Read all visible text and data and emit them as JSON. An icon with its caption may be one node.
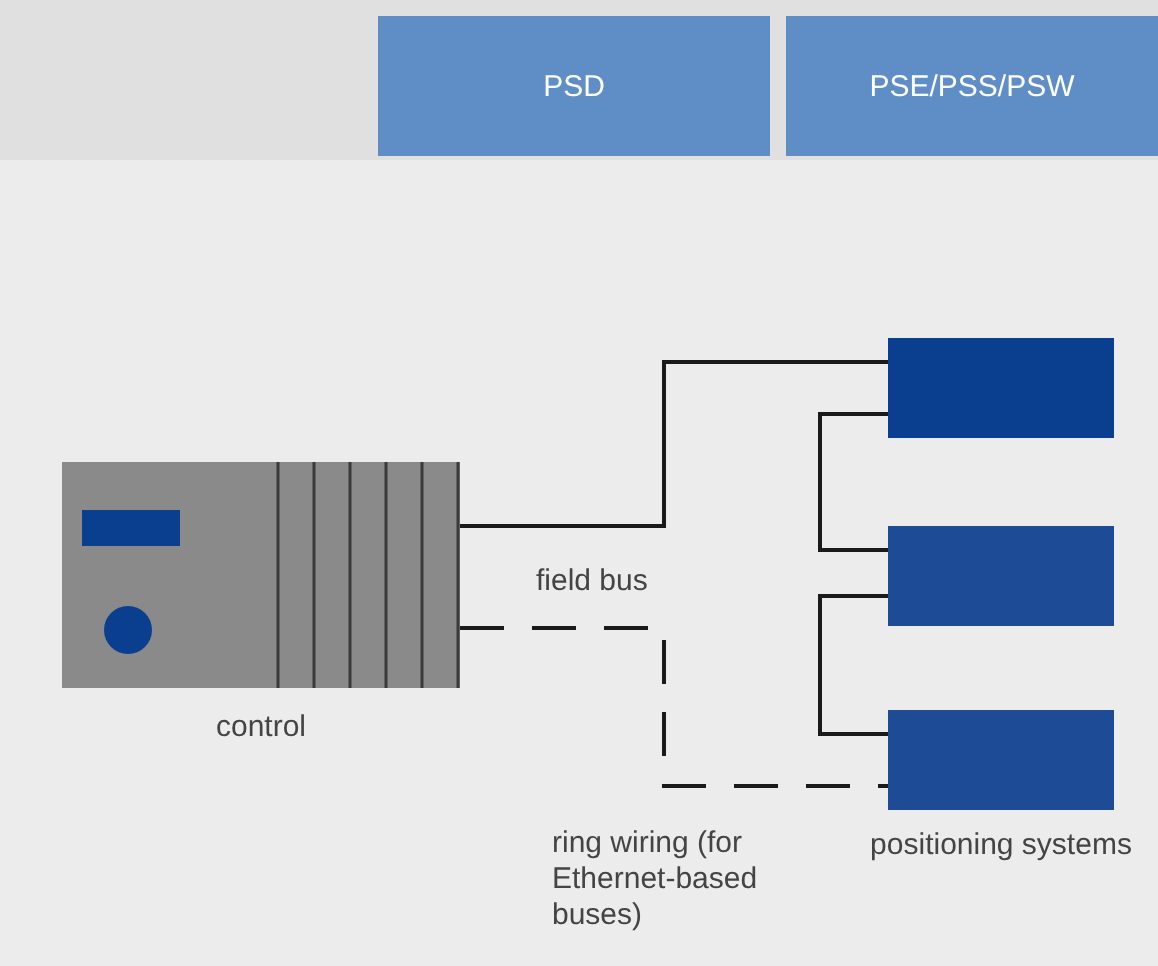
{
  "diagram": {
    "nodes": [
      {
        "text": [
          "PSD"
        ]
      },
      {
        "text": [
          "PSE/PSS/PSW"
        ]
      },
      {
        "text": [],
        "shape": "box",
        "beside": [
          "control"
        ]
      },
      {
        "text": [],
        "shape": "box"
      },
      {
        "text": [],
        "shape": "box"
      },
      {
        "text": [],
        "shape": "box",
        "beside": [
          "positioning systems"
        ]
      }
    ],
    "edges": [
      {
        "from": 2,
        "to": 3,
        "arrow": "none",
        "label": "field bus"
      },
      {
        "from": 3,
        "to": 4,
        "arrow": "none"
      },
      {
        "from": 4,
        "to": 5,
        "arrow": "none"
      },
      {
        "from": 2,
        "to": 5,
        "arrow": "none",
        "style": "dashed",
        "label": "ring wiring (for Ethernet-based buses)"
      }
    ]
  }
}
